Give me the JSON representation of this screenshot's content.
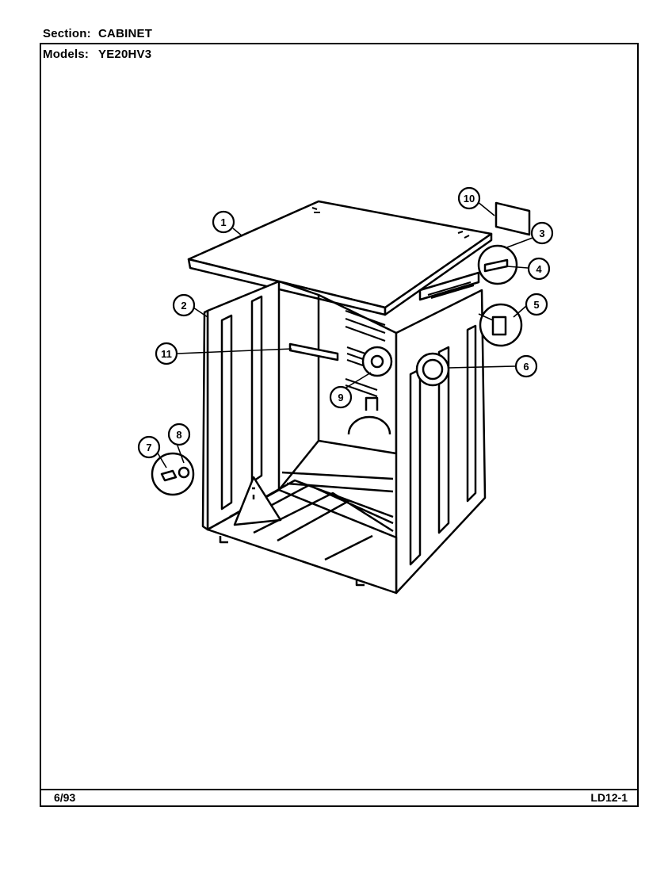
{
  "header": {
    "section_label": "Section:",
    "section_value": "CABINET",
    "models_label": "Models:",
    "models_value": "YE20HV3"
  },
  "footer": {
    "date": "6/93",
    "code": "LD12-1"
  },
  "callouts": [
    "1",
    "2",
    "3",
    "4",
    "5",
    "6",
    "7",
    "8",
    "9",
    "10",
    "11"
  ]
}
